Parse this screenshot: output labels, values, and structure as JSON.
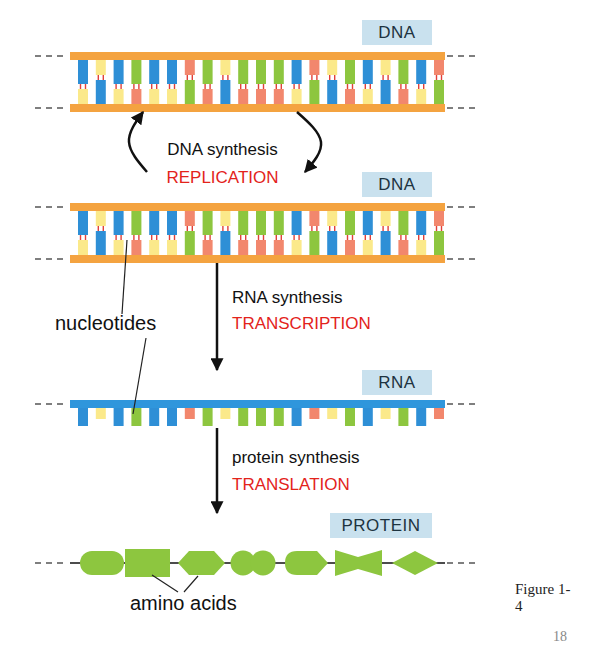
{
  "diagram": {
    "nodes": [
      {
        "text": [
          "DNA"
        ]
      },
      {
        "text": [
          "DNA"
        ]
      },
      {
        "text": [
          "RNA"
        ]
      },
      {
        "text": [
          "PROTEIN"
        ]
      }
    ],
    "edges": [
      {
        "from": 0,
        "to": 1,
        "arrow": "to"
      },
      {
        "from": 1,
        "to": 0,
        "arrow": "to"
      },
      {
        "from": 1,
        "to": 2,
        "arrow": "to"
      },
      {
        "from": 2,
        "to": 3,
        "arrow": "to"
      }
    ],
    "labels": [
      "DNA synthesis",
      "REPLICATION",
      "nucleotides",
      "RNA synthesis",
      "TRANSCRIPTION",
      "protein synthesis",
      "TRANSLATION",
      "amino acids",
      "Figure 1-4",
      "18"
    ]
  }
}
